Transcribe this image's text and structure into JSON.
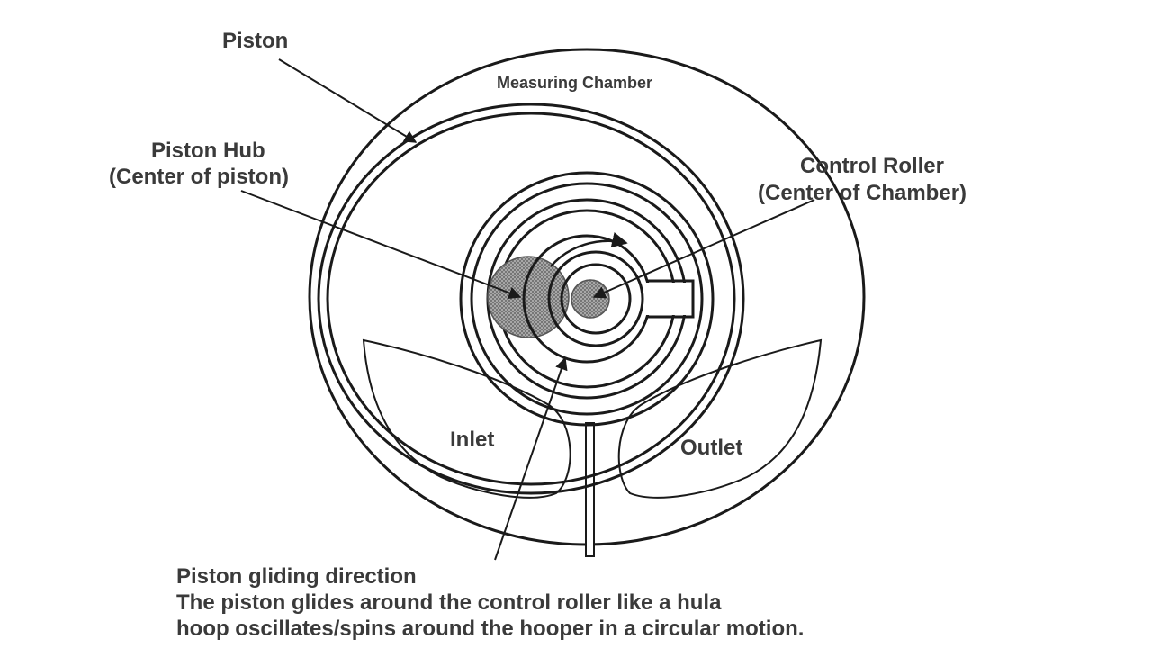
{
  "labels": {
    "piston": "Piston",
    "measuring_chamber": "Measuring Chamber",
    "piston_hub_line1": "Piston Hub",
    "piston_hub_line2": "(Center of piston)",
    "control_roller_line1": "Control Roller",
    "control_roller_line2": "(Center of Chamber)",
    "inlet": "Inlet",
    "outlet": "Outlet",
    "caption_line1": "Piston gliding direction",
    "caption_line2": "The piston glides around the control roller like a hula",
    "caption_line3": "hoop oscillates/spins around the hooper in a circular motion."
  },
  "colors": {
    "line": "#1a1a1a",
    "text": "#3a3a3a",
    "hatch": "#8a8a8a"
  }
}
